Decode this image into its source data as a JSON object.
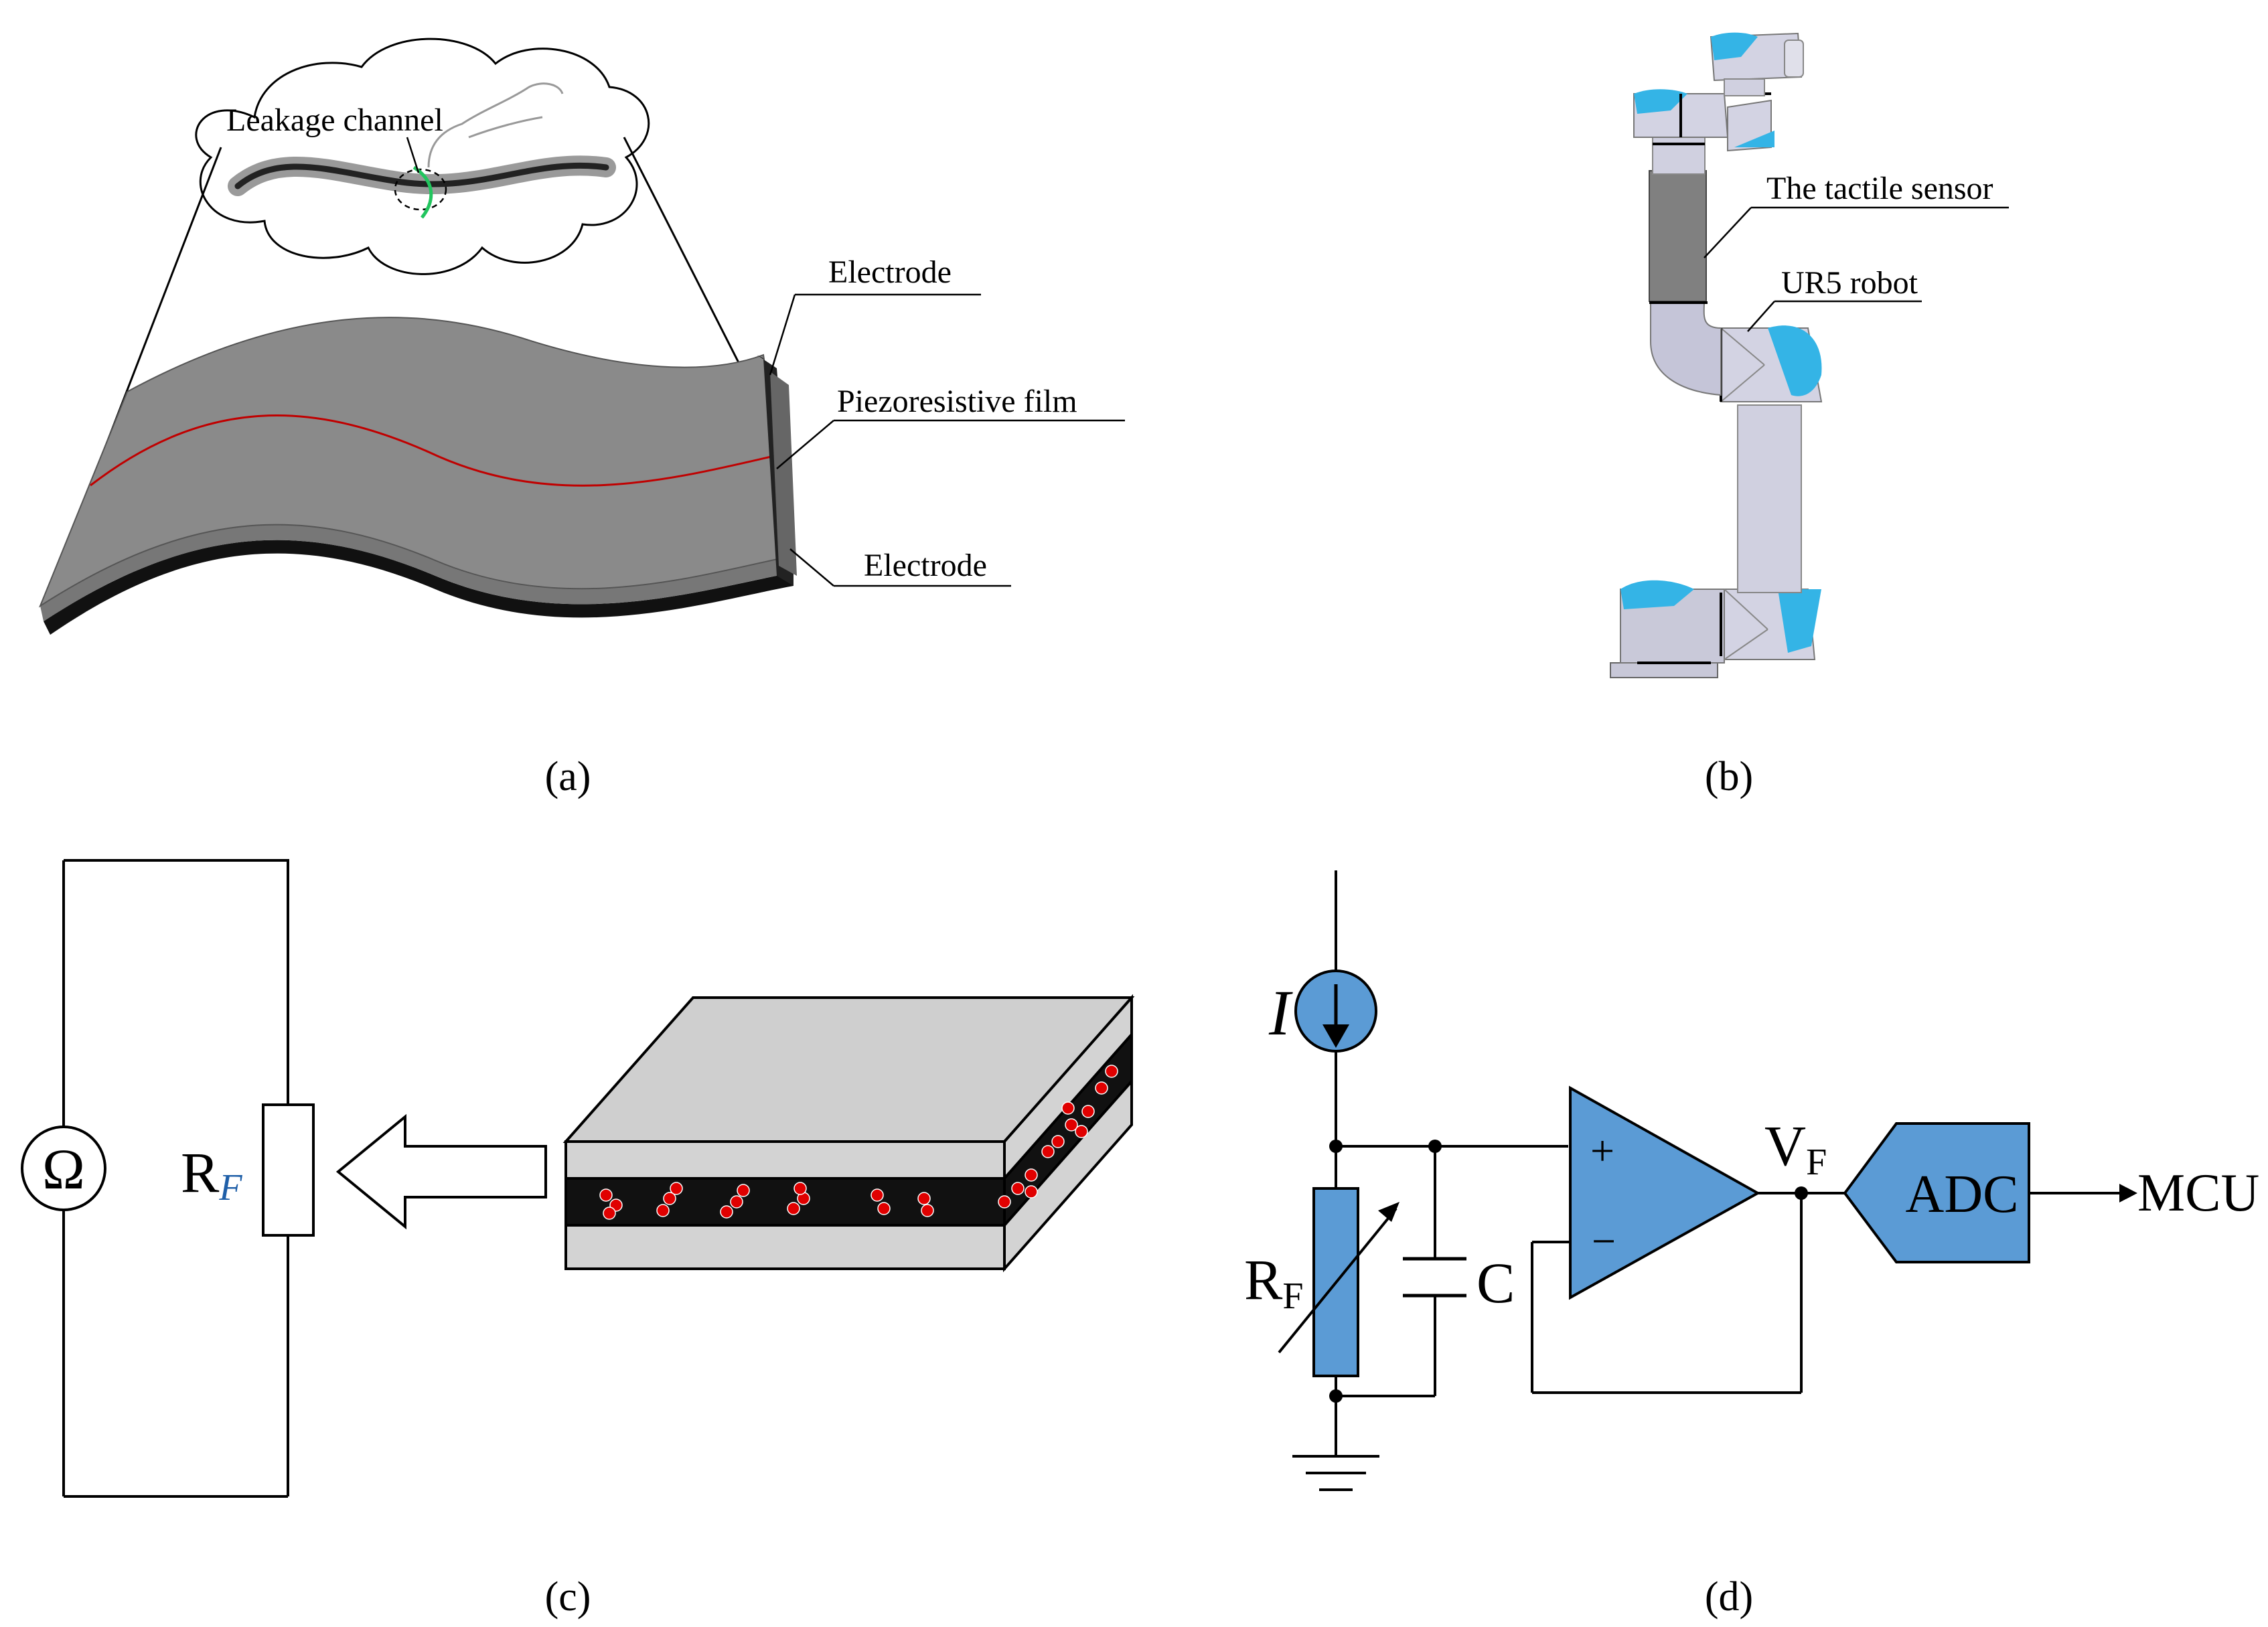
{
  "panel_a": {
    "leakage_channel": "Leakage channel",
    "electrode_top": "Electrode",
    "piezoresistive_film": "Piezoresistive film",
    "electrode_bottom": "Electrode",
    "caption": "(a)"
  },
  "panel_b": {
    "tactile_sensor": "The tactile sensor",
    "ur5_robot": "UR5 robot",
    "caption": "(b)"
  },
  "panel_c": {
    "ohm_symbol": "Ω",
    "resistor_main": "R",
    "resistor_sub": "F",
    "caption": "(c)"
  },
  "panel_d": {
    "current_label": "I",
    "resistor_main": "R",
    "resistor_sub": "F",
    "capacitor_label": "C",
    "plus_sign": "+",
    "minus_sign": "−",
    "output_main": "V",
    "output_sub": "F",
    "adc_label": "ADC",
    "mcu_label": "MCU",
    "caption": "(d)"
  },
  "colors": {
    "component_blue": "#5b9bd5",
    "robot_accent": "#34b4e6",
    "sensor_gray": "#808080",
    "wire_red": "#c00000",
    "channel_green": "#22c55e"
  }
}
